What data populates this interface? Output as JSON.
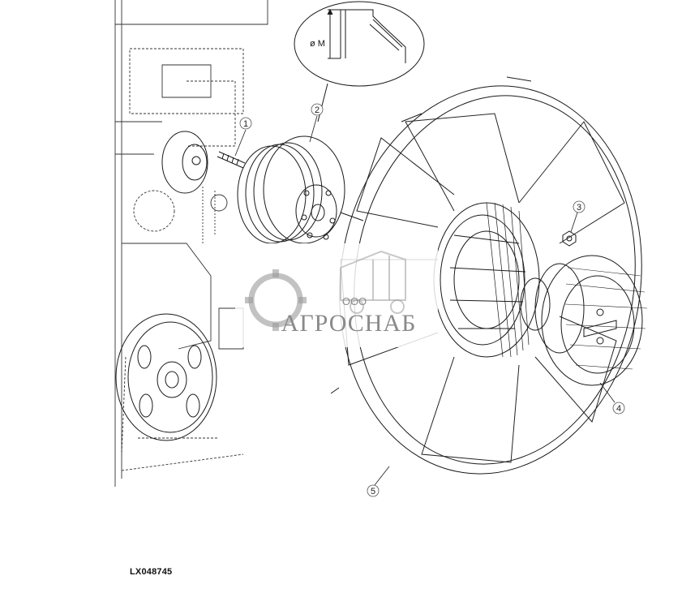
{
  "detail": {
    "dimension_label": "ø M"
  },
  "callouts": [
    {
      "id": "1",
      "label": "1"
    },
    {
      "id": "2",
      "label": "2"
    },
    {
      "id": "3",
      "label": "3"
    },
    {
      "id": "4",
      "label": "4"
    },
    {
      "id": "5",
      "label": "5"
    }
  ],
  "watermark": {
    "small_text": "ООО",
    "brand_text": "АГРОСНАБ"
  },
  "figure_id": "LX048745"
}
